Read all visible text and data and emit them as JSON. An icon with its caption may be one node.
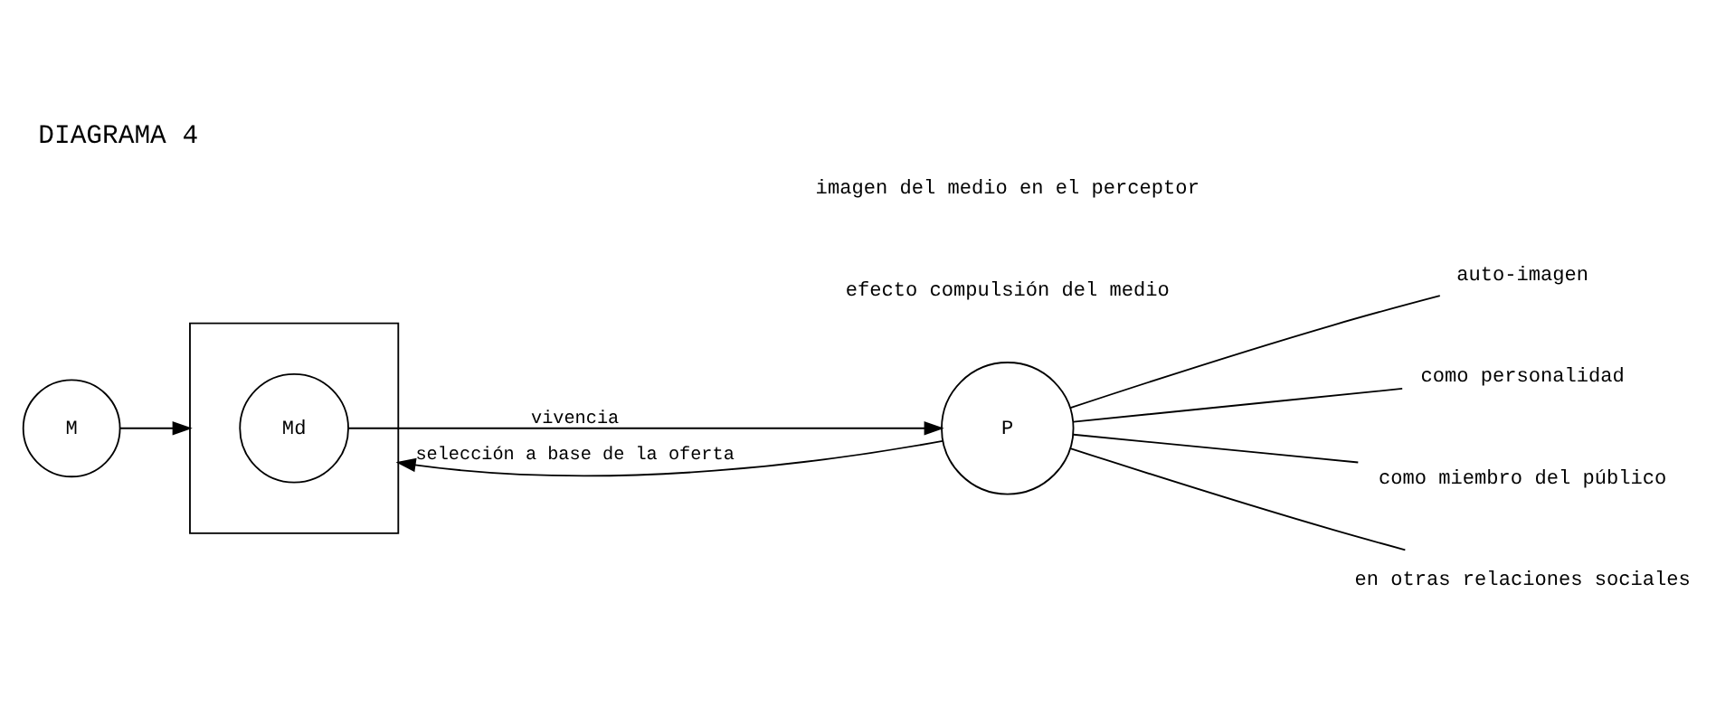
{
  "diagram": {
    "title": "DIAGRAMA 4",
    "nodes": [
      {
        "text": [
          "M"
        ]
      },
      {
        "text": [],
        "shape": "box"
      },
      {
        "text": [
          "Md"
        ],
        "in": 1
      },
      {
        "text": [
          "P"
        ]
      },
      {
        "text": [
          "auto-imagen"
        ]
      },
      {
        "text": [
          "como personalidad"
        ]
      },
      {
        "text": [
          "como miembro del público"
        ]
      },
      {
        "text": [
          "en otras relaciones sociales"
        ]
      }
    ],
    "edges": [
      {
        "from": 0,
        "to": 1,
        "arrow": "to"
      },
      {
        "from": 3,
        "to": 1,
        "arrow": "to",
        "label": "selección a base de la oferta"
      },
      {
        "from": 2,
        "to": 3,
        "arrow": "to",
        "label": "vivencia"
      },
      {
        "from": 3,
        "to": 4,
        "arrow": "none"
      },
      {
        "from": 3,
        "to": 5,
        "arrow": "none"
      },
      {
        "from": 3,
        "to": 6,
        "arrow": "none"
      },
      {
        "from": 3,
        "to": 7,
        "arrow": "none"
      }
    ],
    "labels": [
      "efecto compulsión del medio",
      "imagen del medio en el perceptor"
    ]
  }
}
